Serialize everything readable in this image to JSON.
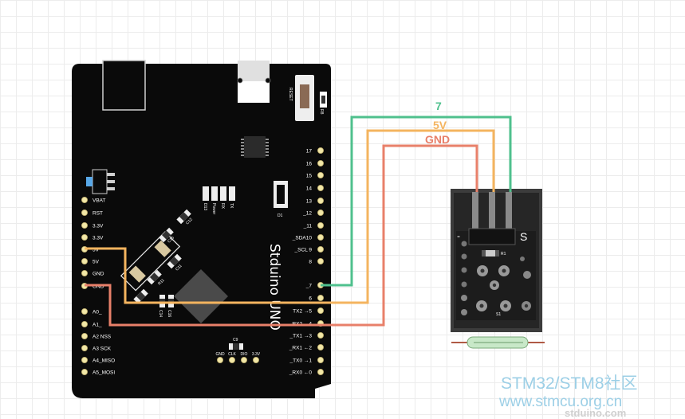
{
  "board": {
    "name": "Stduino UNO",
    "reset_label": "RESET",
    "left_pins": [
      "VBAT",
      "RST",
      "3.3V",
      "3.3V",
      "5V",
      "5V",
      "GND",
      "GND",
      "A0_",
      "A1_",
      "A2 NSS",
      "A3 SCK",
      "A4_MISO",
      "A5_MOSI"
    ],
    "right_pins": [
      "17",
      "16",
      "15",
      "14",
      "13",
      "_12",
      "_11",
      "_SDA10",
      "_SCL 9",
      "8",
      "_7",
      "6",
      "TX2 →5",
      "RX2 ←4",
      "_TX1 →3",
      "_RX1 ←2",
      "_TX0 →1",
      "_RX0 ←0"
    ],
    "bottom_pins": [
      "GND",
      "CLK",
      "DIO",
      "3.3V"
    ],
    "led_labels": [
      "D13",
      "Power",
      "RX",
      "TX"
    ],
    "component_labels": {
      "d1": "D1",
      "r8": "R8",
      "c9": "C9",
      "c15": "C15",
      "c16": "C16",
      "c14": "C14",
      "c12": "C12",
      "r11": "R11",
      "c11": "C11"
    }
  },
  "module": {
    "silk_s": "S",
    "silk_minus": "-",
    "r1": "R1",
    "s1": "S1"
  },
  "wires": [
    {
      "label": "7",
      "color": "#4fc08d",
      "from": "_7",
      "to": "S"
    },
    {
      "label": "5V",
      "color": "#f4b45f",
      "from": "5V",
      "to": "middle"
    },
    {
      "label": "GND",
      "color": "#e8806a",
      "from": "GND",
      "to": "-"
    }
  ],
  "watermark": {
    "line1": "STM32/STM8社区",
    "line2": "www.stmcu.org.cn",
    "line3": "stduino.com"
  },
  "colors": {
    "board": "#0a0a0a",
    "wire_signal": "#4fc08d",
    "wire_power": "#f4b45f",
    "wire_ground": "#e8806a"
  }
}
